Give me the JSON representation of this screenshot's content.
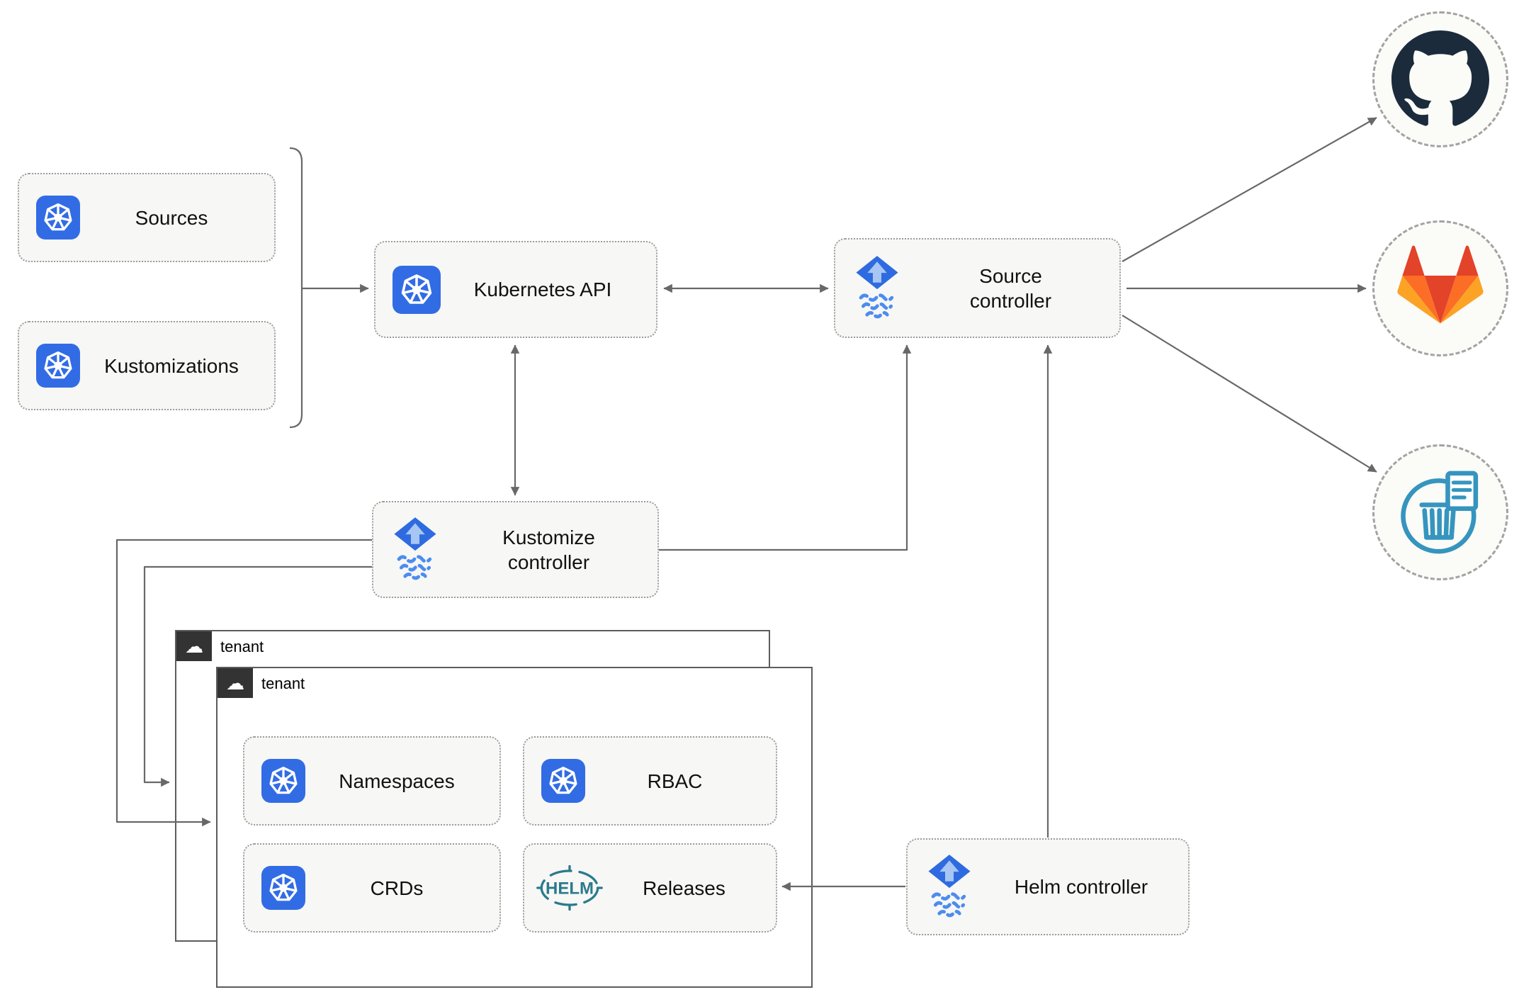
{
  "nodes": {
    "sources": {
      "label": "Sources",
      "icon": "kubernetes-icon"
    },
    "kustomizations": {
      "label": "Kustomizations",
      "icon": "kubernetes-icon"
    },
    "kubernetes_api": {
      "label": "Kubernetes API",
      "icon": "kubernetes-icon"
    },
    "source_controller": {
      "label": "Source controller",
      "icon": "flux-icon"
    },
    "kustomize_controller": {
      "label": "Kustomize controller",
      "icon": "flux-icon"
    },
    "helm_controller": {
      "label": "Helm controller",
      "icon": "flux-icon"
    },
    "namespaces": {
      "label": "Namespaces",
      "icon": "kubernetes-icon"
    },
    "rbac": {
      "label": "RBAC",
      "icon": "kubernetes-icon"
    },
    "crds": {
      "label": "CRDs",
      "icon": "kubernetes-icon"
    },
    "releases": {
      "label": "Releases",
      "icon": "helm-icon"
    }
  },
  "groups": {
    "tenant_back": {
      "label": "tenant",
      "icon": "cloud-icon"
    },
    "tenant_front": {
      "label": "tenant",
      "icon": "cloud-icon"
    }
  },
  "endpoints": {
    "github": {
      "icon": "github-icon"
    },
    "gitlab": {
      "icon": "gitlab-icon"
    },
    "bucket": {
      "icon": "bucket-icon"
    }
  },
  "icon_text": {
    "helm": "HELM"
  },
  "glyphs": {
    "cloud": "☁"
  },
  "edges": [
    {
      "from": "sources / kustomizations",
      "to": "kubernetes_api",
      "type": "arrow"
    },
    {
      "from": "kubernetes_api",
      "to": "source_controller",
      "type": "bidirectional"
    },
    {
      "from": "kubernetes_api",
      "to": "kustomize_controller",
      "type": "bidirectional"
    },
    {
      "from": "kustomize_controller",
      "to": "source_controller",
      "type": "arrow"
    },
    {
      "from": "helm_controller",
      "to": "source_controller",
      "type": "arrow"
    },
    {
      "from": "helm_controller",
      "to": "releases",
      "type": "arrow"
    },
    {
      "from": "source_controller",
      "to": "github",
      "type": "arrow"
    },
    {
      "from": "source_controller",
      "to": "gitlab",
      "type": "arrow"
    },
    {
      "from": "source_controller",
      "to": "bucket",
      "type": "arrow"
    },
    {
      "from": "kustomize_controller",
      "to": "tenant_front",
      "type": "arrow"
    },
    {
      "from": "kustomize_controller",
      "to": "tenant_back",
      "type": "arrow"
    }
  ],
  "colors": {
    "kubernetes_blue": "#326CE5",
    "flux_blue": "#2F6BE0",
    "flux_arrow": "#A7C6F4",
    "flux_wave": "#4C8CEF",
    "helm_teal": "#2B7A8C",
    "github_dark": "#1B2B3C",
    "gitlab_red": "#E24329",
    "gitlab_orange": "#FC6D26",
    "gitlab_yellow": "#FCA326",
    "bucket_teal": "#3595BE",
    "arrow_gray": "#686868",
    "node_bg": "#F7F7F5",
    "node_border": "#9B9B9B",
    "tenant_border": "#5C5C5C",
    "tenant_tab_bg": "#333333"
  }
}
